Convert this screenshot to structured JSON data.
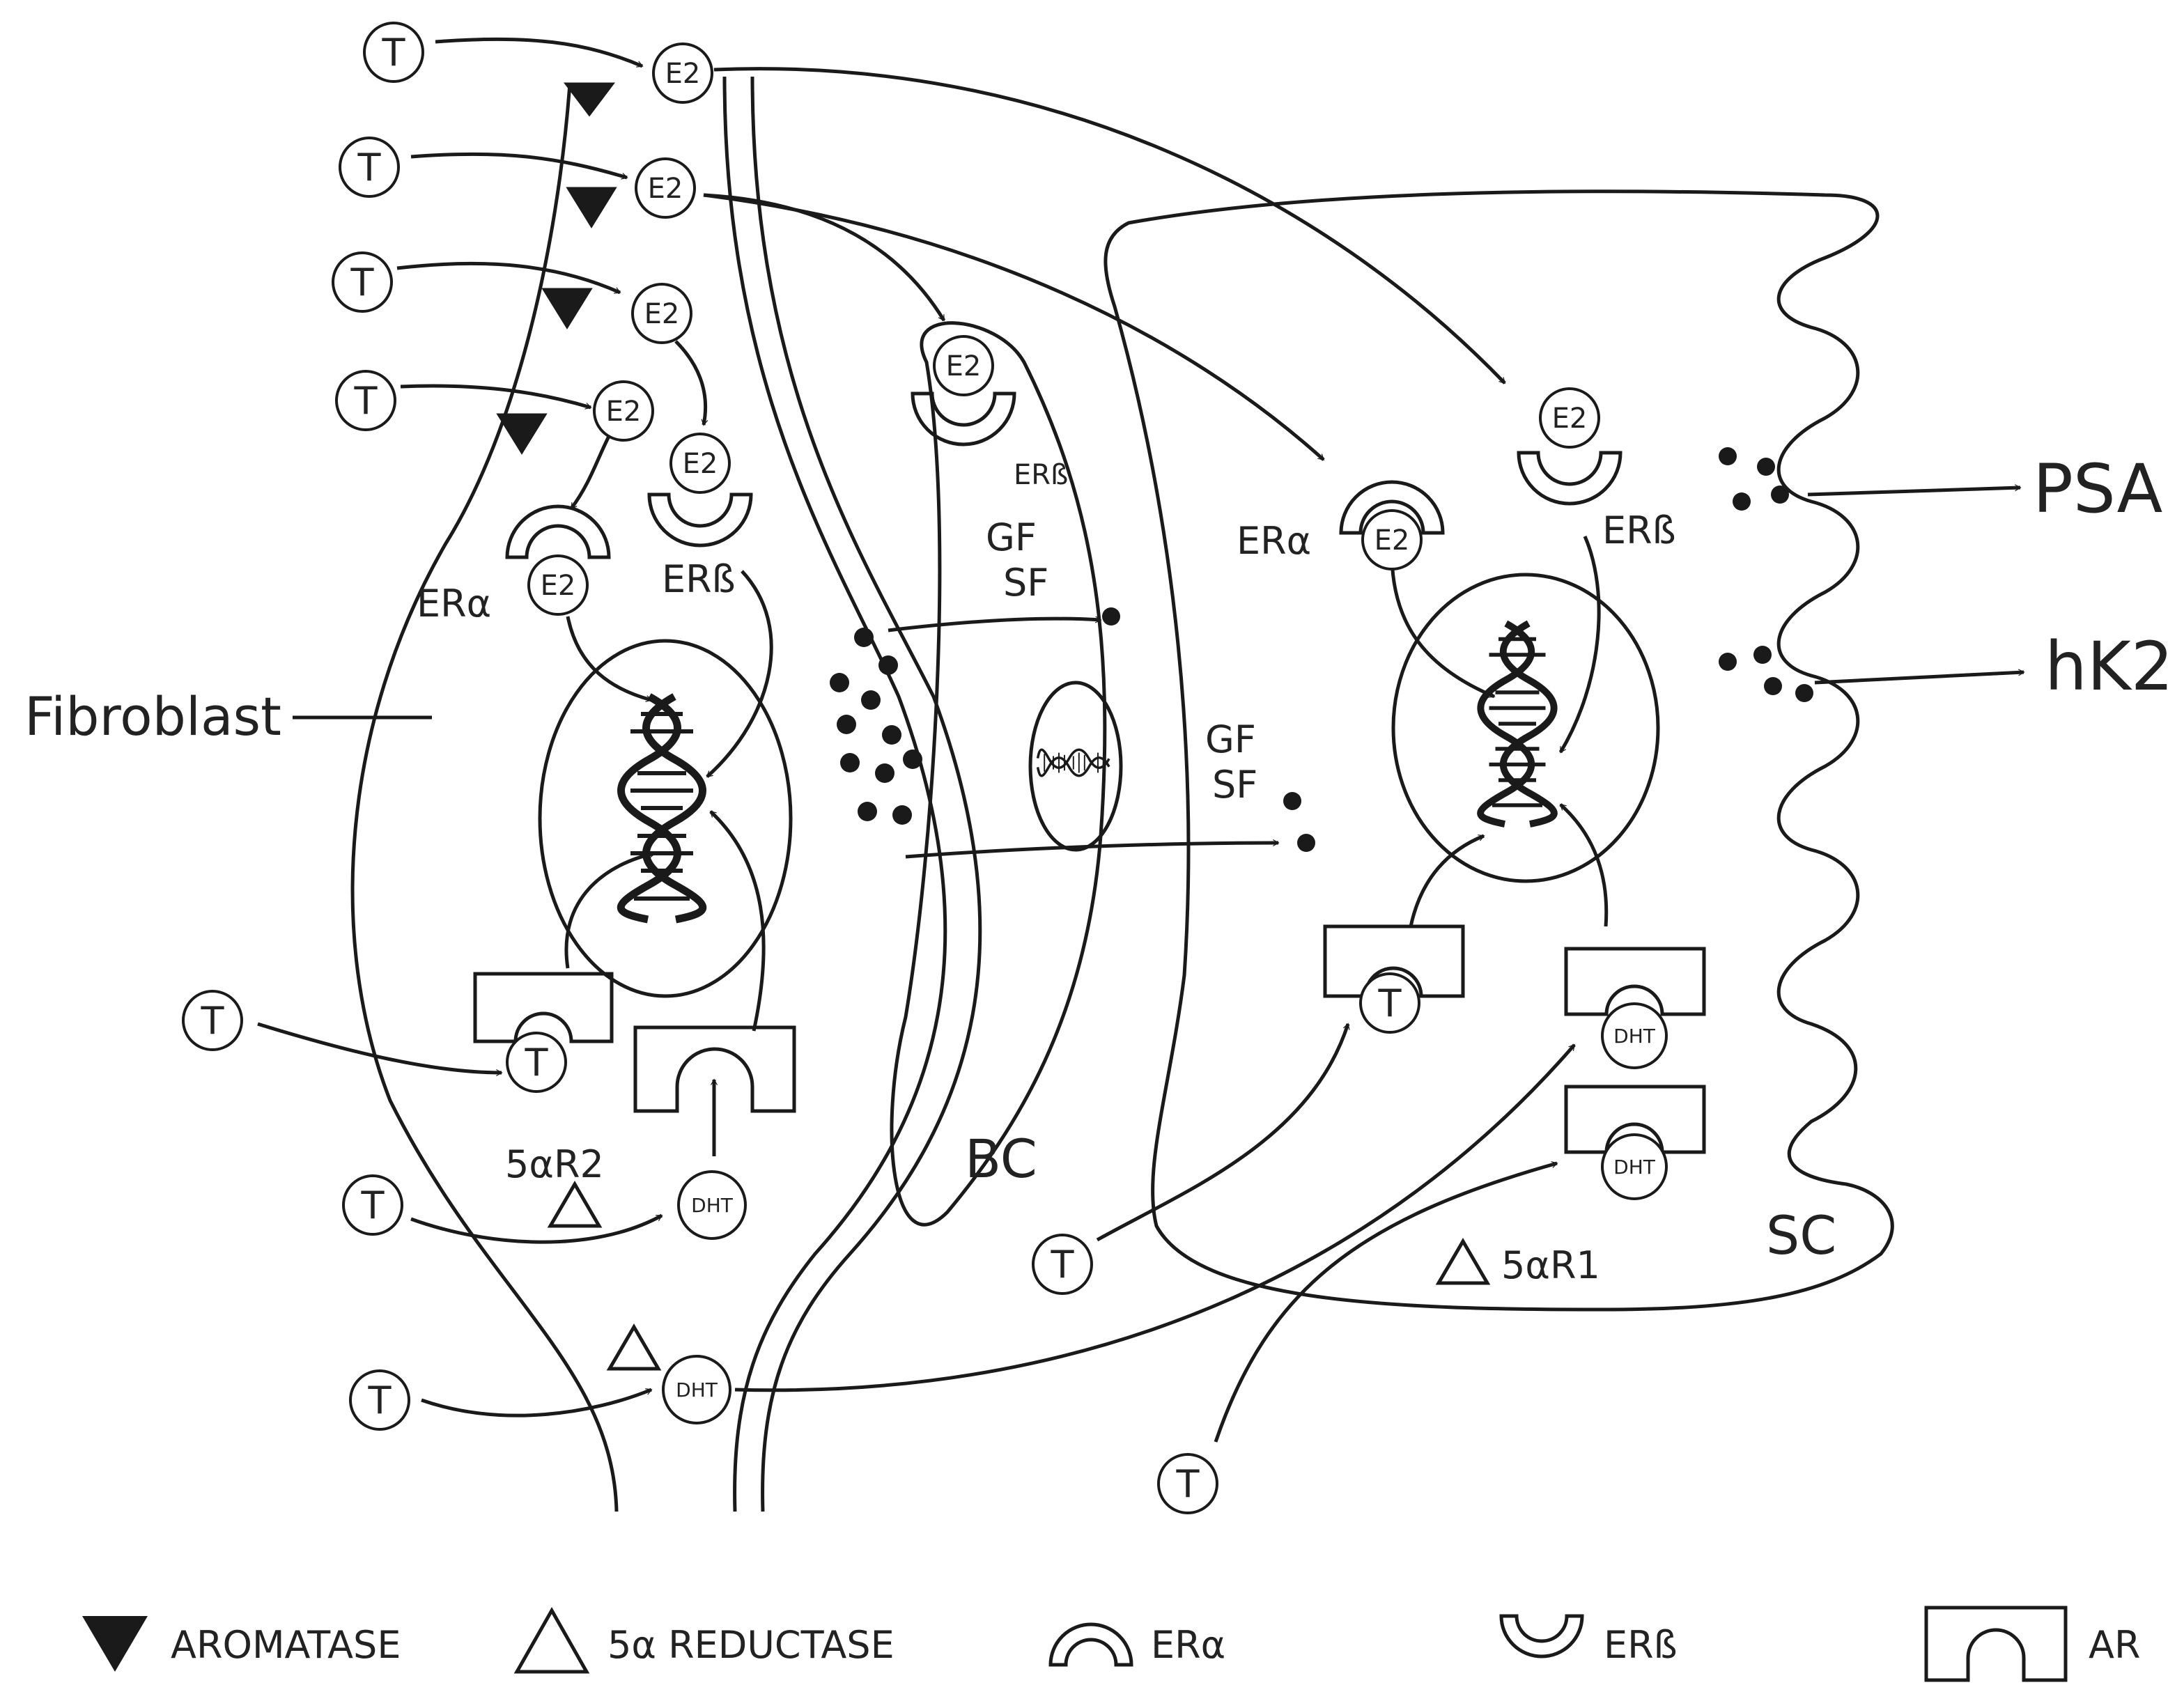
{
  "symbols": {
    "testosterone": "T",
    "estradiol": "E2",
    "dht": "DHT"
  },
  "labels": {
    "fibroblast": "Fibroblast",
    "er_alpha": "ERα",
    "er_beta": "ERß",
    "gf": "GF",
    "sf": "SF",
    "bc": "BC",
    "sc": "SC",
    "five_ar1": "5αR1",
    "five_ar2": "5αR2",
    "psa": "PSA",
    "hk2": "hK2"
  },
  "legend": {
    "aromatase": "AROMATASE",
    "five_alpha_reductase": "5α REDUCTASE",
    "er_alpha": "ERα",
    "er_beta": "ERß",
    "ar": "AR"
  },
  "colors": {
    "stroke": "#1a1a1a",
    "text": "#222222",
    "background": "#ffffff"
  }
}
